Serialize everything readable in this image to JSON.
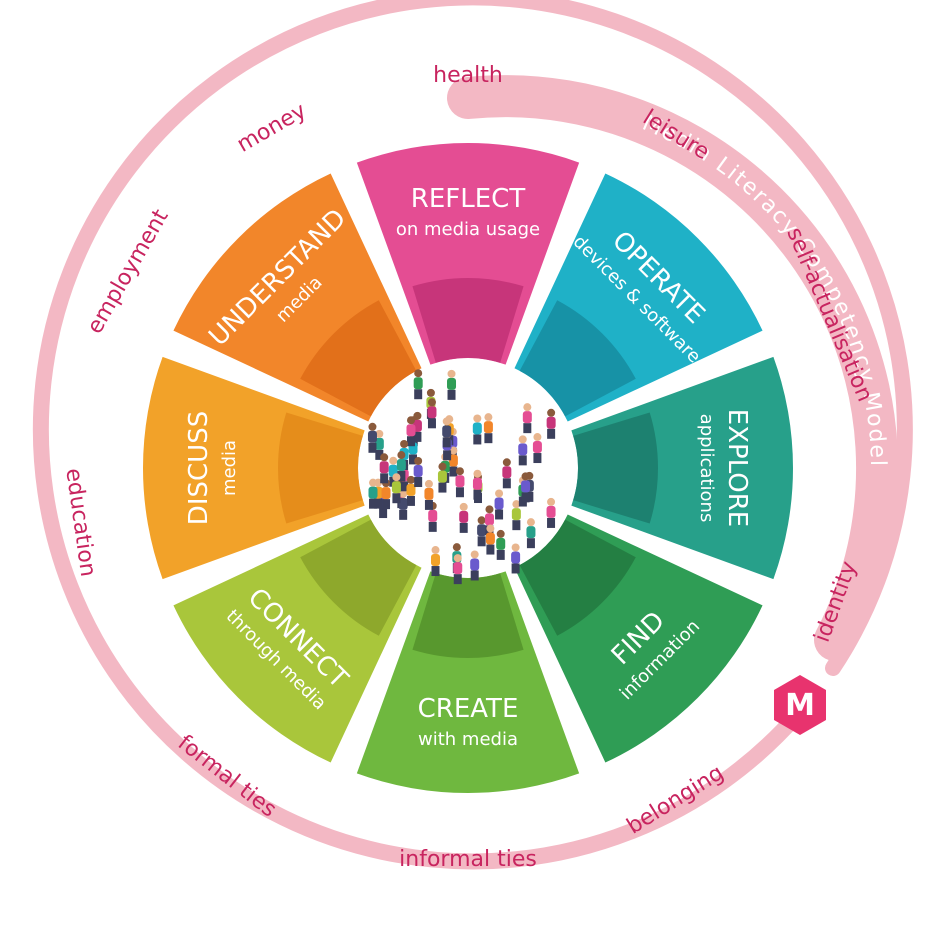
{
  "model_title": "Media Literacy Competency Model",
  "logo_letter": "M",
  "colors": {
    "ring": "#f3b8c4",
    "ring_text": "#ffffff",
    "outer_word": "#c8245f",
    "logo": "#e8336e"
  },
  "segments": [
    {
      "id": "reflect",
      "title": "REFLECT",
      "subtitle": "on media usage",
      "color": "#e44d93",
      "inner": "#c7357a"
    },
    {
      "id": "operate",
      "title": "OPERATE",
      "subtitle": "devices & software",
      "color": "#1fb1c7",
      "inner": "#1792a6"
    },
    {
      "id": "explore",
      "title": "EXPLORE",
      "subtitle": "applications",
      "color": "#27a08a",
      "inner": "#1d8170"
    },
    {
      "id": "find",
      "title": "FIND",
      "subtitle": "information",
      "color": "#2f9d55",
      "inner": "#247f43"
    },
    {
      "id": "create",
      "title": "CREATE",
      "subtitle": "with media",
      "color": "#6fb83f",
      "inner": "#58982e"
    },
    {
      "id": "connect",
      "title": "CONNECT",
      "subtitle": "through media",
      "color": "#a9c63b",
      "inner": "#8ea82c"
    },
    {
      "id": "discuss",
      "title": "DISCUSS",
      "subtitle": "media",
      "color": "#f2a229",
      "inner": "#e58d1b"
    },
    {
      "id": "understand",
      "title": "UNDERSTAND",
      "subtitle": "media",
      "color": "#f2862a",
      "inner": "#e2701a"
    }
  ],
  "outer_words": [
    {
      "id": "health",
      "text": "health"
    },
    {
      "id": "leisure",
      "text": "leisure"
    },
    {
      "id": "self-actualisation",
      "text": "self-actualisation"
    },
    {
      "id": "identity",
      "text": "identity"
    },
    {
      "id": "belonging",
      "text": "belonging"
    },
    {
      "id": "informal-ties",
      "text": "informal ties"
    },
    {
      "id": "formal-ties",
      "text": "formal ties"
    },
    {
      "id": "education",
      "text": "education"
    },
    {
      "id": "employment",
      "text": "employment"
    },
    {
      "id": "money",
      "text": "money"
    }
  ]
}
